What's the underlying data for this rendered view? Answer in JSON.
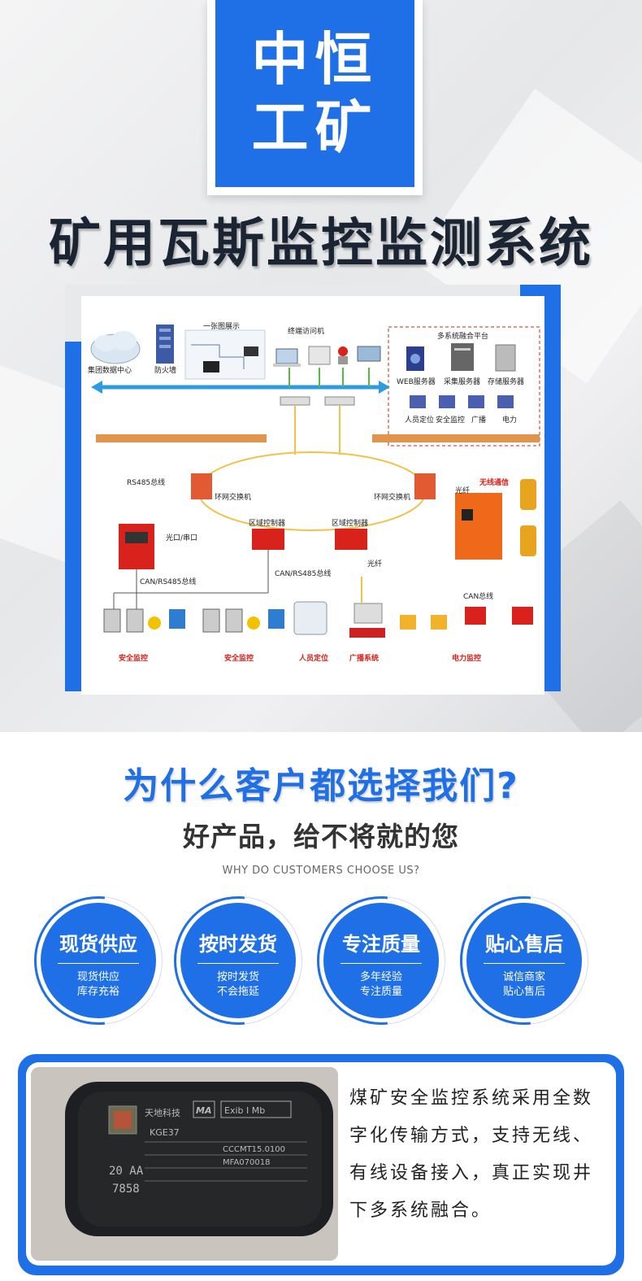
{
  "brand": {
    "line1": "中恒",
    "line2": "工矿"
  },
  "title": "矿用瓦斯监控监测系统",
  "diagram": {
    "labels": {
      "cloud": "集团数据中心",
      "firewall": "防火墙",
      "display": "一张图展示",
      "terminal": "终端访问机",
      "platform": "多系统融合平台",
      "web_server": "WEB服务器",
      "collect_server": "采集服务器",
      "storage_server": "存储服务器",
      "personnel": "人员定位",
      "safety": "安全监控",
      "broadcast": "广播",
      "power": "电力",
      "rs485": "RS485总线",
      "ring_switch_left": "环网交换机",
      "ring_switch_right": "环网交换机",
      "fiber_top": "光纤",
      "fiber_mid": "光纤",
      "wireless": "无线通信",
      "optical_serial": "光口/串口",
      "can_left": "CAN/RS485总线",
      "can_mid": "CAN/RS485总线",
      "region_left": "区域控制器",
      "region_right": "区域控制器",
      "bottom_safety_1": "安全监控",
      "bottom_safety_2": "安全监控",
      "bottom_personnel": "人员定位",
      "bottom_broadcast": "广播系统",
      "bottom_power": "电力监控",
      "can_bus_small": "CAN总线"
    }
  },
  "why": {
    "title": "为什么客户都选择我们?",
    "subtitle": "好产品，给不将就的您",
    "english": "WHY DO CUSTOMERS CHOOSE US?"
  },
  "features": [
    {
      "title": "现货供应",
      "line1": "现货供应",
      "line2": "库存充裕"
    },
    {
      "title": "按时发货",
      "line1": "按时发货",
      "line2": "不会拖延"
    },
    {
      "title": "专注质量",
      "line1": "多年经验",
      "line2": "专注质量"
    },
    {
      "title": "贴心售后",
      "line1": "诚信商家",
      "line2": "贴心售后"
    }
  ],
  "product": {
    "brand_text": "天地科技",
    "model": "KGE37",
    "cert_ma": "MA",
    "cert_exib": "Exib I Mb",
    "ccc": "CCCMT15.0100",
    "mfa": "MFA070018",
    "id_label": "20 AA",
    "serial": "7858",
    "description": "煤矿安全监控系统采用全数字化传输方式，支持无线、有线设备接入，真正实现井下多系统融合。"
  },
  "colors": {
    "accent": "#1f6fe6",
    "dark_text": "#1a2433",
    "red_label": "#d8221b"
  }
}
